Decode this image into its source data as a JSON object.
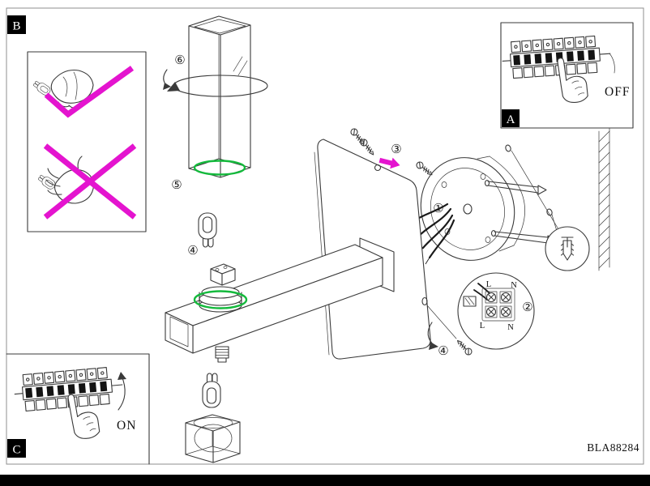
{
  "diagram": {
    "product_code": "BLA88284",
    "section_labels": {
      "a": "A",
      "b": "B",
      "c": "C"
    },
    "power_labels": {
      "on": "ON",
      "off": "OFF"
    },
    "step_markers": {
      "step1": "①",
      "step2": "②",
      "step3": "③",
      "step4": "④",
      "step5": "⑤",
      "step6": "⑥"
    },
    "terminal_labels": {
      "live_top": "L",
      "neutral_top": "N",
      "live_bottom": "L",
      "neutral_bottom": "N"
    },
    "colors": {
      "line": "#3a3a3a",
      "accent_magenta": "#e414cf",
      "accent_green": "#14b93c",
      "label_bg": "#000000",
      "label_fg": "#ffffff",
      "bottom_bar": "#000000"
    },
    "icons": {
      "check": "check-mark-icon",
      "cross": "cross-mark-icon",
      "rotate": "rotate-arrow-icon",
      "insert": "insert-direction-arrow-icon",
      "screw": "screw-icon",
      "anchor": "wall-anchor-icon",
      "breaker": "circuit-breaker-icon",
      "hand": "pressing-finger-icon",
      "bulb": "g9-halogen-bulb-icon"
    }
  }
}
